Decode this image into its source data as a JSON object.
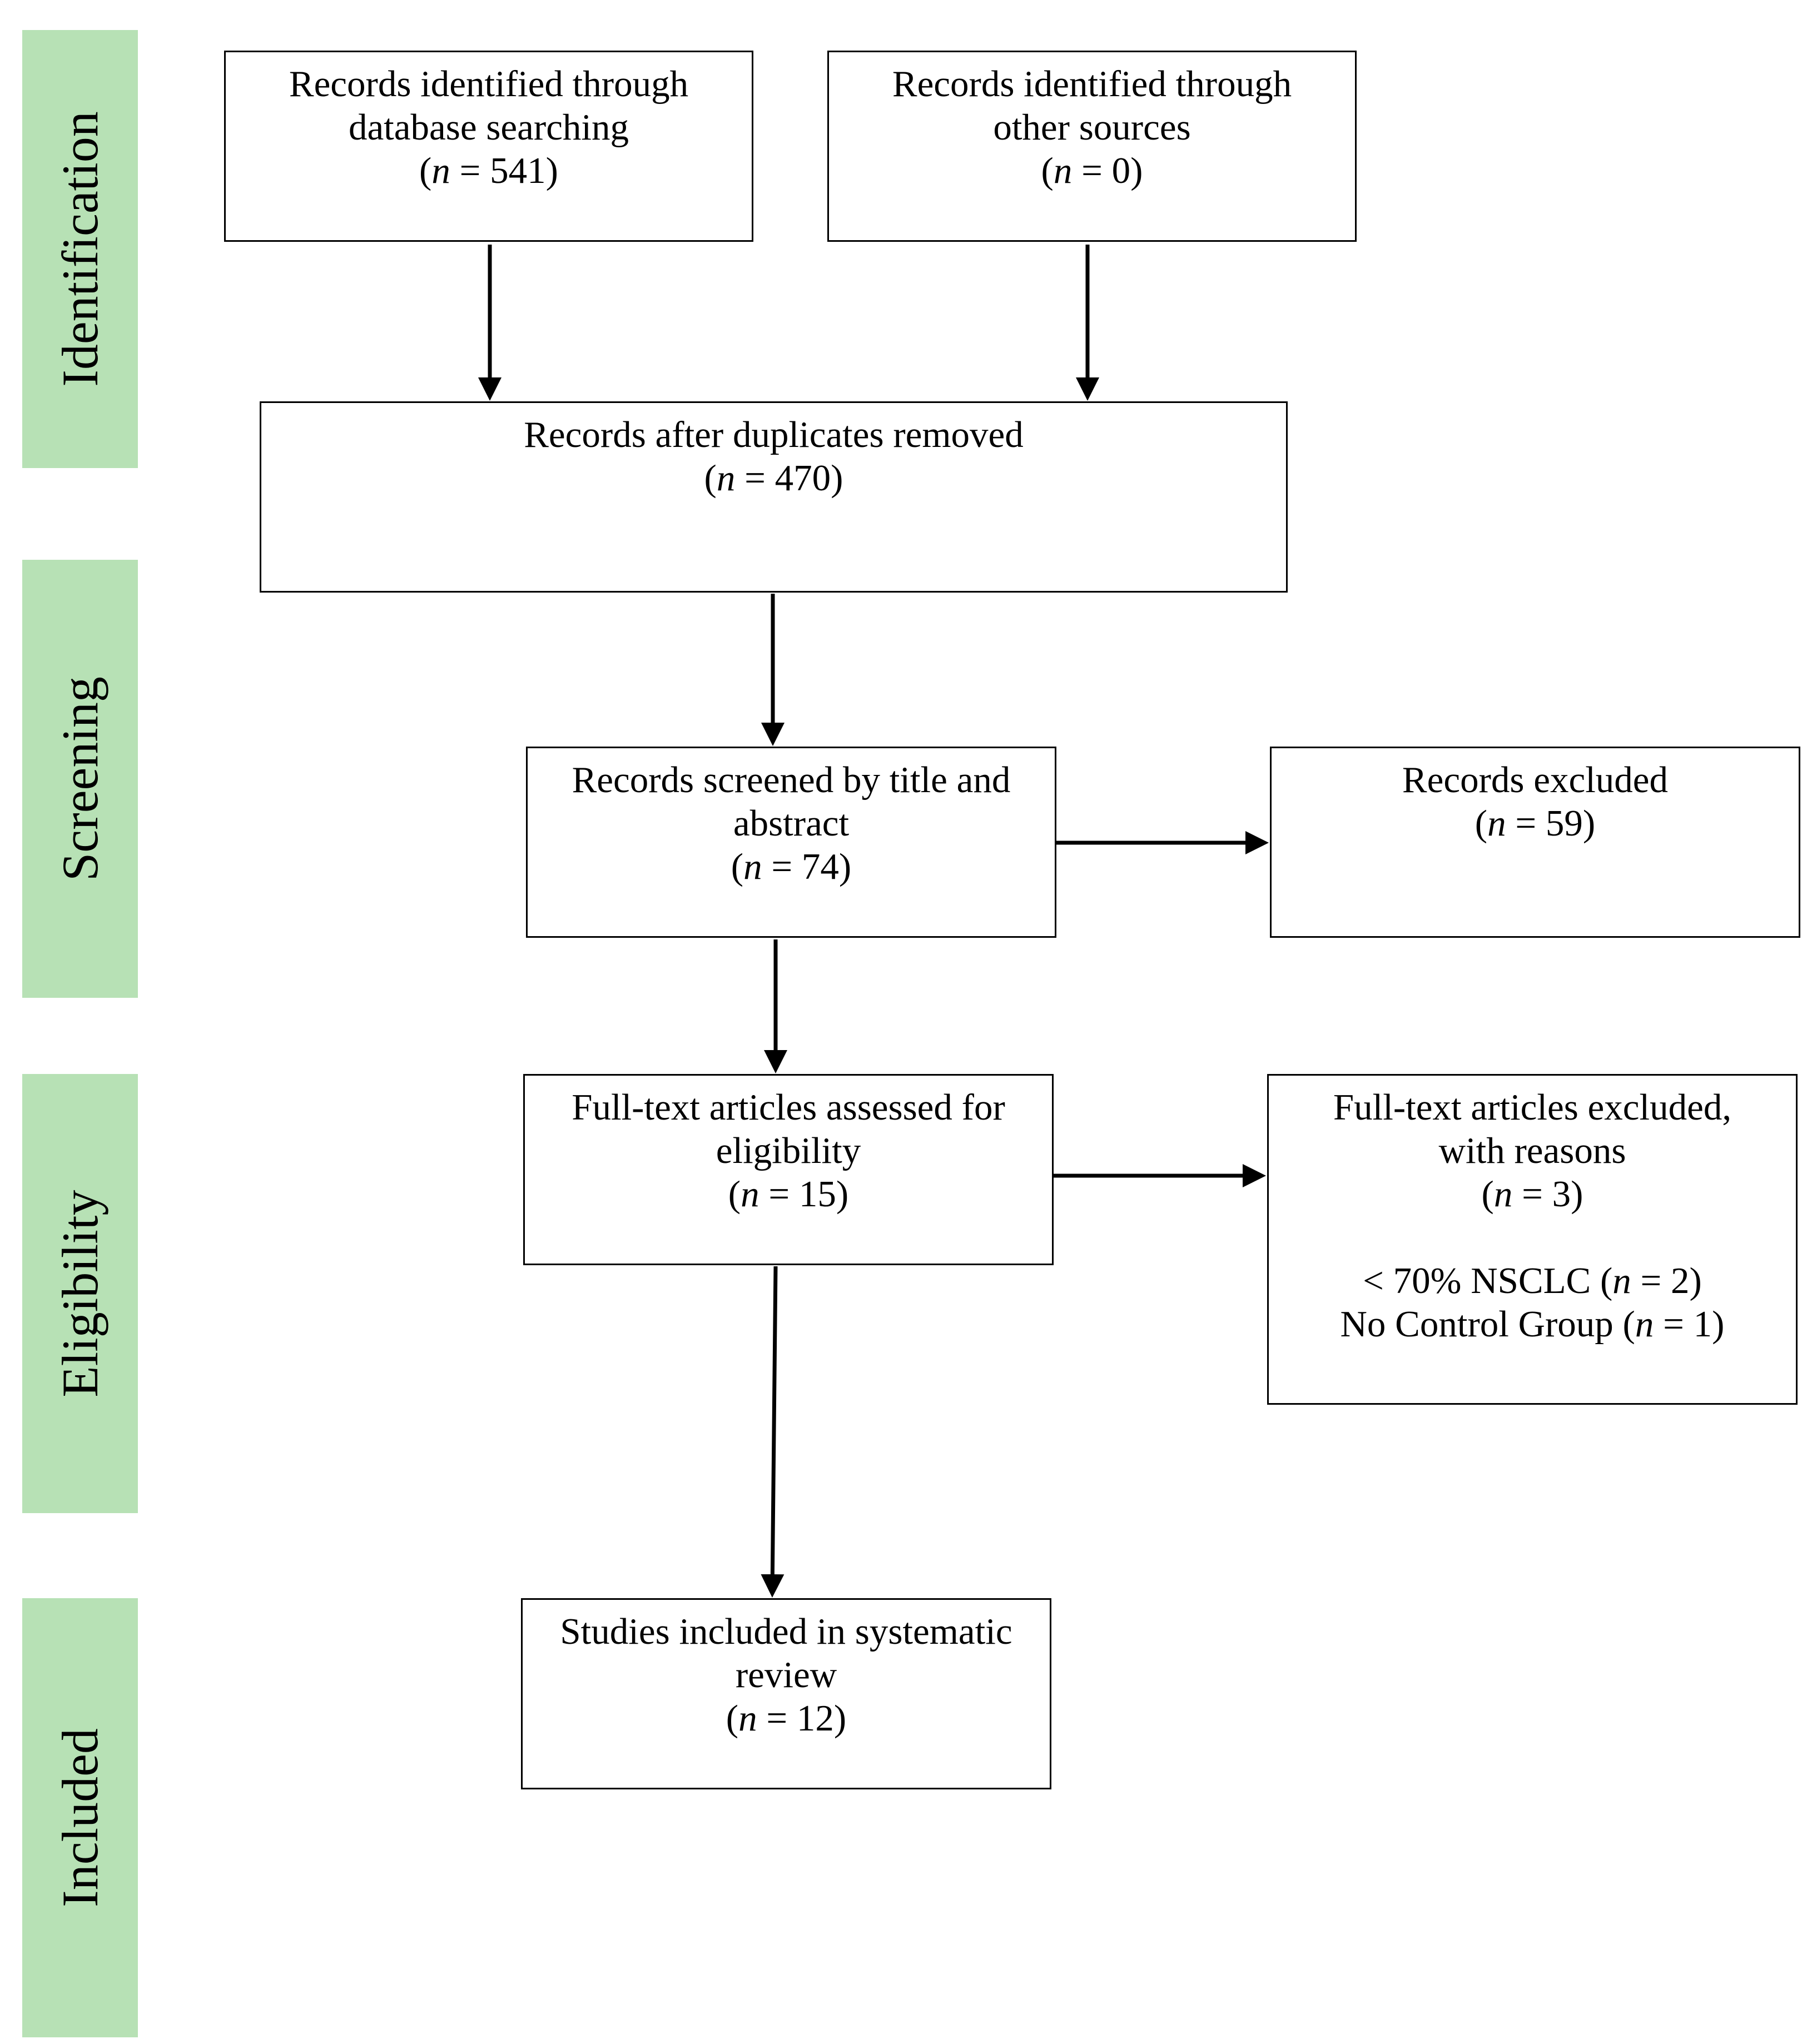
{
  "stages": [
    {
      "id": "identification",
      "label": "Identification"
    },
    {
      "id": "screening",
      "label": "Screening"
    },
    {
      "id": "eligibility",
      "label": "Eligibility"
    },
    {
      "id": "included",
      "label": "Included"
    }
  ],
  "boxes": {
    "database": {
      "title_1": "Records identified through",
      "title_2": "database searching",
      "n_prefix": "(",
      "n_italic": "n",
      "n_value": " = 541)"
    },
    "other": {
      "title_1": "Records identified through",
      "title_2": "other sources",
      "n_prefix": "(",
      "n_italic": "n",
      "n_value": " = 0)"
    },
    "duplicates": {
      "title_1": "Records after duplicates removed",
      "n_prefix": "(",
      "n_italic": "n",
      "n_value": " = 470)"
    },
    "screened": {
      "title_1": "Records screened by title and",
      "title_2": "abstract",
      "n_prefix": "(",
      "n_italic": "n",
      "n_value": " = 74)"
    },
    "excluded": {
      "title_1": "Records excluded",
      "n_prefix": "(",
      "n_italic": "n",
      "n_value": " = 59)"
    },
    "fulltext": {
      "title_1": "Full-text articles assessed for",
      "title_2": "eligibility",
      "n_prefix": "(",
      "n_italic": "n",
      "n_value": " = 15)"
    },
    "fulltext_excluded": {
      "title_1": "Full-text articles excluded,",
      "title_2": "with reasons",
      "n_prefix": "(",
      "n_italic": "n",
      "n_value": " = 3)",
      "reason_1_text": "< 70% NSCLC (",
      "reason_1_italic": "n",
      "reason_1_value": " = 2)",
      "reason_2_text": "No Control Group (",
      "reason_2_italic": "n",
      "reason_2_value": " = 1)"
    },
    "included": {
      "title_1": "Studies included in systematic",
      "title_2": "review",
      "n_prefix": "(",
      "n_italic": "n",
      "n_value": " = 12)"
    }
  },
  "colors": {
    "stage_fill": "#b7e1b5",
    "line": "#000000"
  }
}
